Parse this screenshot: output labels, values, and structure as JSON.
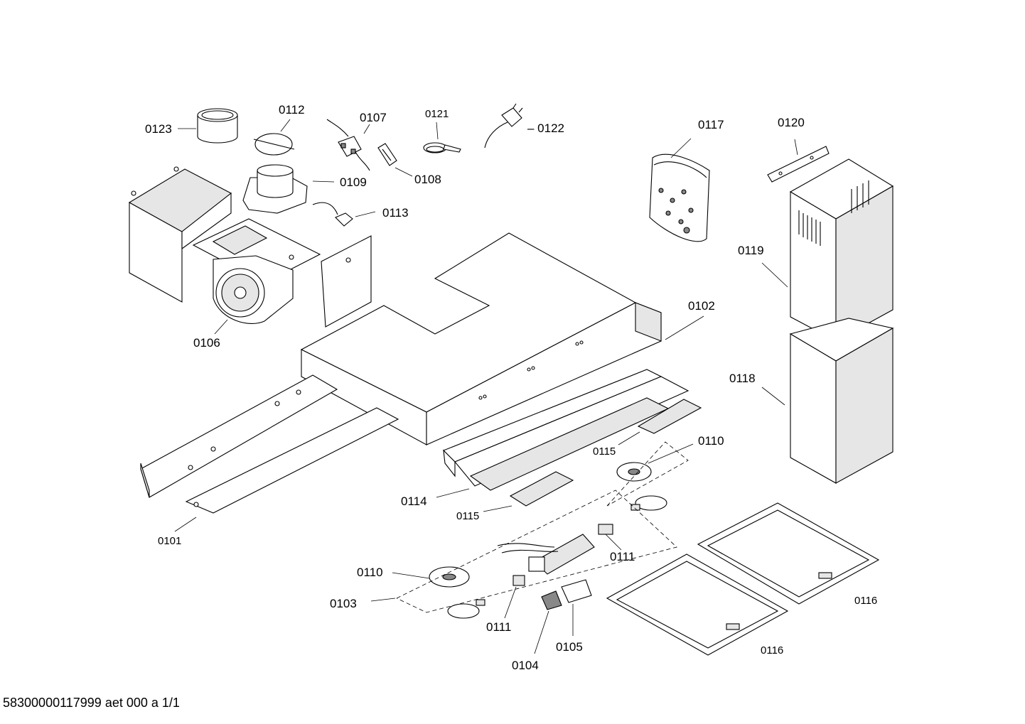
{
  "labels": {
    "p0101": "0101",
    "p0102": "0102",
    "p0103": "0103",
    "p0104": "0104",
    "p0105": "0105",
    "p0106": "0106",
    "p0107": "0107",
    "p0108": "0108",
    "p0109": "0109",
    "p0110a": "0110",
    "p0110b": "0110",
    "p0111a": "0111",
    "p0111b": "0111",
    "p0112": "0112",
    "p0113": "0113",
    "p0114": "0114",
    "p0115a": "0115",
    "p0115b": "0115",
    "p0116a": "0116",
    "p0116b": "0116",
    "p0117": "0117",
    "p0118": "0118",
    "p0119": "0119",
    "p0120": "0120",
    "p0121": "0121",
    "p0122": "– 0122",
    "p0123": "0123"
  },
  "footer": "58300000117999 aet 000 a 1/1"
}
